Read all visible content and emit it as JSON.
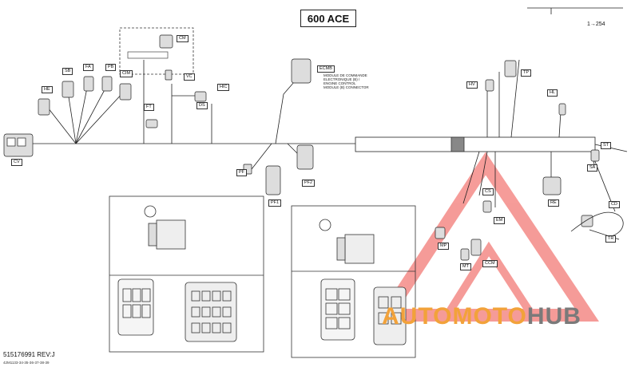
{
  "title": "600 ACE",
  "ref": "1→254",
  "footer": {
    "number": "515176991 REV:J",
    "code": "42M1133-34-35-36-37-38-39"
  },
  "watermark": {
    "part1": "AUTOMOTO",
    "part2": "HUB"
  },
  "connectors": {
    "CM": "CM",
    "CV": "CV",
    "FA": "FA",
    "SB": "SB",
    "PB": "PB",
    "CIM": "CIM",
    "HE": "HE",
    "VC": "VC",
    "DS": "DS",
    "HIC": "HIC",
    "FT": "FT",
    "ECMB": "ECMB",
    "PF": "PF",
    "PF1": "PF1",
    "PF2": "PF2",
    "HV": "HV",
    "TP": "TP",
    "HL": "HL",
    "ST": "ST",
    "SA": "SA",
    "CS": "CS",
    "EM": "EM",
    "RE": "RE",
    "CCM": "CCM",
    "MT": "MT",
    "MP": "MP",
    "CD": "CD",
    "TR": "TR"
  },
  "notes": {
    "ecmb_desc": "MODULE DE COMMANDE ELECTRONIQUE (B) / ENGINE CONTROL MODULE (B) CONNECTOR"
  }
}
